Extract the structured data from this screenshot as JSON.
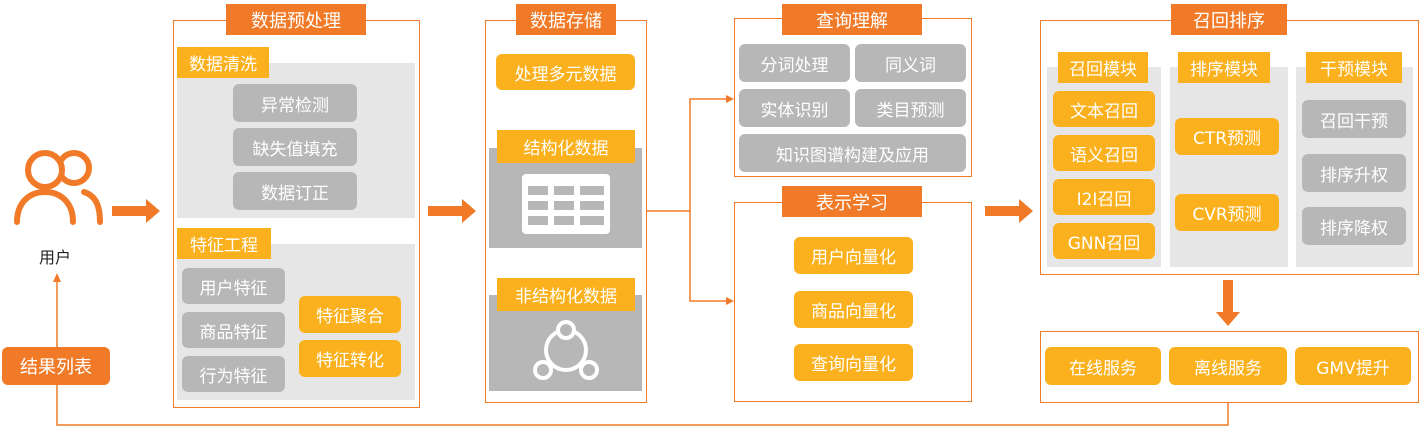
{
  "user": {
    "label": "用户",
    "icon": "user-group-icon"
  },
  "result_list": {
    "label": "结果列表"
  },
  "preprocess": {
    "title": "数据预处理",
    "cleaning": {
      "title": "数据清洗",
      "items": [
        "异常检测",
        "缺失值填充",
        "数据订正"
      ]
    },
    "feature": {
      "title": "特征工程",
      "items": [
        "用户特征",
        "商品特征",
        "行为特征"
      ],
      "agg_items": [
        "特征聚合",
        "特征转化"
      ]
    }
  },
  "storage": {
    "title": "数据存储",
    "multi": "处理多元数据",
    "structured": {
      "label": "结构化数据",
      "icon": "table-icon"
    },
    "unstructured": {
      "label": "非结构化数据",
      "icon": "network-icon"
    }
  },
  "query": {
    "title": "查询理解",
    "items": [
      "分词处理",
      "同义词",
      "实体识别",
      "类目预测",
      "知识图谱构建及应用"
    ]
  },
  "representation": {
    "title": "表示学习",
    "items": [
      "用户向量化",
      "商品向量化",
      "查询向量化"
    ]
  },
  "recall_rank": {
    "title": "召回排序",
    "recall": {
      "title": "召回模块",
      "items": [
        "文本召回",
        "语义召回",
        "I2I召回",
        "GNN召回"
      ]
    },
    "rank": {
      "title": "排序模块",
      "items": [
        "CTR预测",
        "CVR预测"
      ]
    },
    "intervene": {
      "title": "干预模块",
      "items": [
        "召回干预",
        "排序升权",
        "排序降权"
      ]
    }
  },
  "services": {
    "items": [
      "在线服务",
      "离线服务",
      "GMV提升"
    ]
  },
  "colors": {
    "accent": "#f07a28",
    "pill": "#fbb11d",
    "gray": "#b7b7b7",
    "panel_bg": "#e6e6e6"
  }
}
